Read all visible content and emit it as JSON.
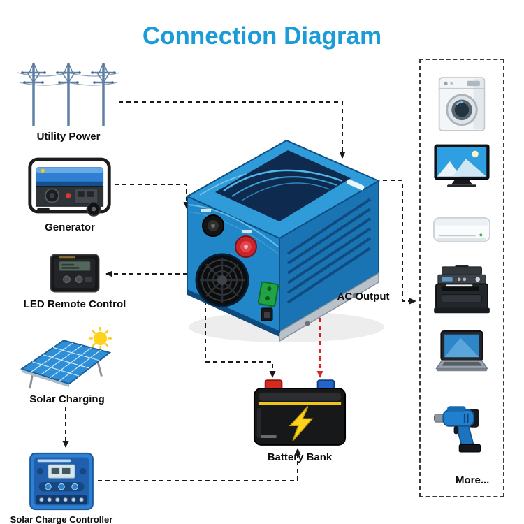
{
  "title": "Connection Diagram",
  "colors": {
    "title_blue": "#1b9bd8",
    "inverter_blue": "#2187c8",
    "wire_black": "#1a1a1a",
    "wire_red": "#e02424",
    "battery_yellow": "#ffd21e"
  },
  "nodes": {
    "utility": {
      "label": "Utility Power",
      "icon": "power-towers-icon"
    },
    "generator": {
      "label": "Generator",
      "icon": "generator-icon"
    },
    "remote": {
      "label": "LED Remote Control",
      "icon": "remote-control-icon"
    },
    "solar": {
      "label": "Solar Charging",
      "icon": "solar-panel-icon"
    },
    "controller": {
      "label": "Solar Charge Controller",
      "icon": "charge-controller-icon"
    },
    "inverter": {
      "icon": "power-inverter-icon"
    },
    "battery": {
      "label": "Battery Bank",
      "icon": "battery-bank-icon"
    },
    "ac_output": {
      "label": "AC Output"
    }
  },
  "appliances": {
    "items": [
      {
        "name": "washing-machine"
      },
      {
        "name": "television"
      },
      {
        "name": "air-conditioner"
      },
      {
        "name": "printer"
      },
      {
        "name": "laptop"
      },
      {
        "name": "power-drill"
      }
    ],
    "more_label": "More..."
  }
}
